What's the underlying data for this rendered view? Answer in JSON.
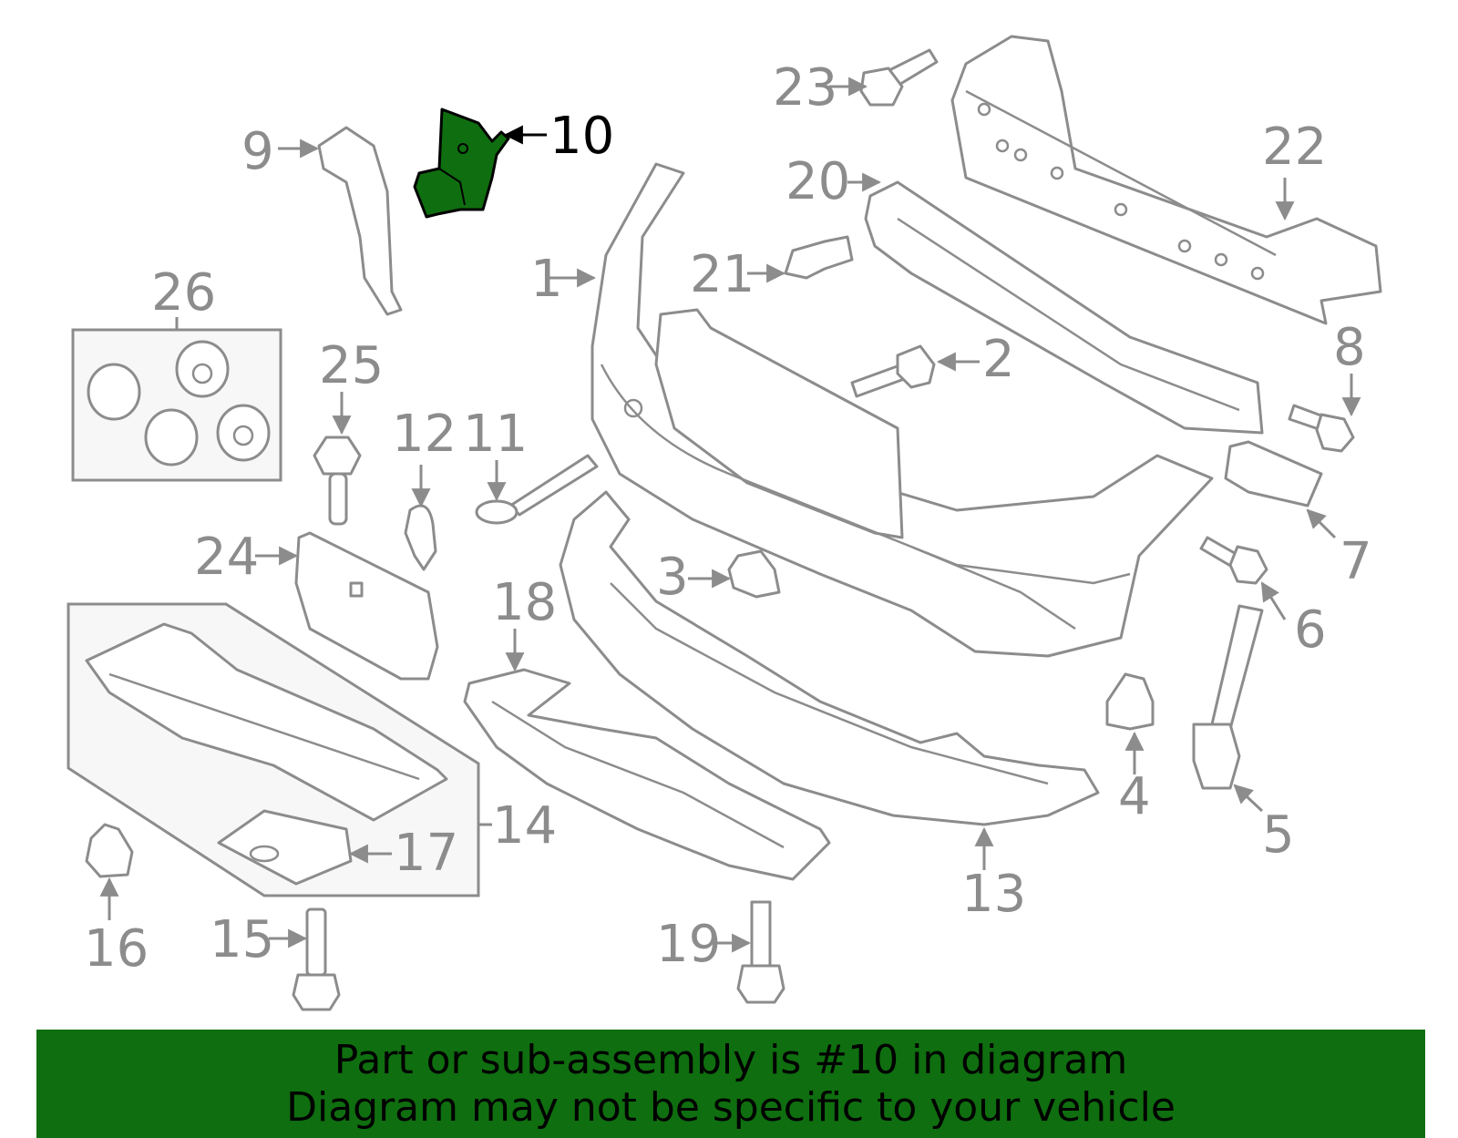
{
  "colors": {
    "highlight_part": "#0f6e0f",
    "banner_bg": "#0f6e0f",
    "line_gray": "#8c8c8c"
  },
  "highlighted_part": "10",
  "callouts": {
    "c1": "1",
    "c2": "2",
    "c3": "3",
    "c4": "4",
    "c5": "5",
    "c6": "6",
    "c7": "7",
    "c8": "8",
    "c9": "9",
    "c10": "10",
    "c11": "11",
    "c12": "12",
    "c13": "13",
    "c14": "14",
    "c15": "15",
    "c16": "16",
    "c17": "17",
    "c18": "18",
    "c19": "19",
    "c20": "20",
    "c21": "21",
    "c22": "22",
    "c23": "23",
    "c24": "24",
    "c25": "25",
    "c26": "26"
  },
  "banner": {
    "line1": "Part or sub-assembly is #10 in diagram",
    "line2": "Diagram may not be specific to your vehicle"
  }
}
